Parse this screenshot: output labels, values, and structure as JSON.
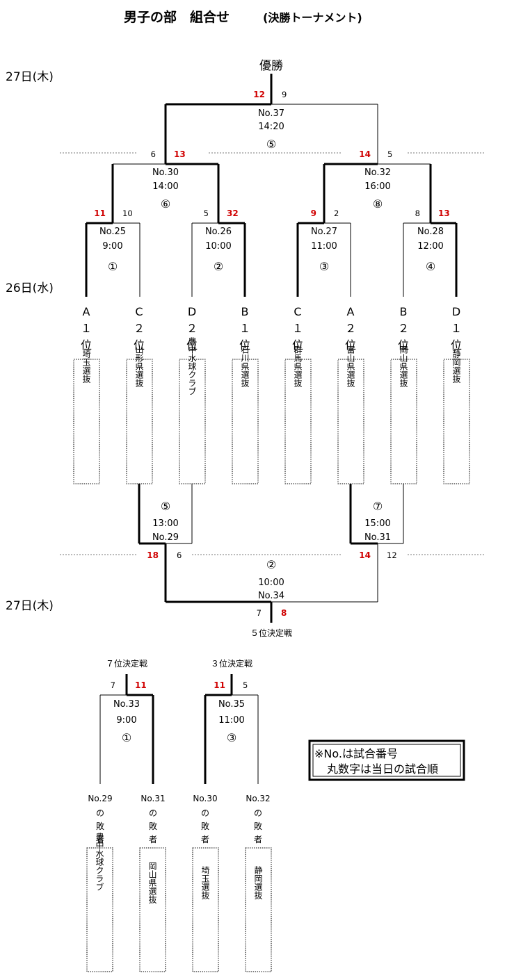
{
  "title": "男子の部　組合せ",
  "subtitle": "(決勝トーナメント)",
  "days": {
    "day27": "27日(木)",
    "day26": "26日(水)"
  },
  "champion_label": "優勝",
  "fifth_place_label": "５位決定戦",
  "seventh_place_label": "７位決定戦",
  "third_place_label": "３位決定戦",
  "seeds": [
    [
      "A",
      "１",
      "位"
    ],
    [
      "C",
      "２",
      "位"
    ],
    [
      "D",
      "２",
      "位"
    ],
    [
      "B",
      "１",
      "位"
    ],
    [
      "C",
      "１",
      "位"
    ],
    [
      "A",
      "２",
      "位"
    ],
    [
      "B",
      "２",
      "位"
    ],
    [
      "D",
      "１",
      "位"
    ]
  ],
  "teams": [
    "埼玉選抜",
    "山形県選抜",
    "豊中水球クラブ",
    "石川県選抜",
    "群馬県選抜",
    "富山県選抜",
    "岡山県選抜",
    "静岡選抜"
  ],
  "matches": {
    "m25": {
      "no": "No.25",
      "time": "9:00",
      "order": "①",
      "left": "11",
      "right": "10"
    },
    "m26": {
      "no": "No.26",
      "time": "10:00",
      "order": "②",
      "left": "5",
      "right": "32"
    },
    "m27": {
      "no": "No.27",
      "time": "11:00",
      "order": "③",
      "left": "9",
      "right": "2"
    },
    "m28": {
      "no": "No.28",
      "time": "12:00",
      "order": "④",
      "left": "8",
      "right": "13"
    },
    "m30": {
      "no": "No.30",
      "time": "14:00",
      "order": "⑥",
      "left": "6",
      "right": "13"
    },
    "m32": {
      "no": "No.32",
      "time": "16:00",
      "order": "⑧",
      "left": "14",
      "right": "5"
    },
    "m37": {
      "no": "No.37",
      "time": "14:20",
      "order": "⑤",
      "left": "12",
      "right": "9"
    },
    "m29": {
      "no": "No.29",
      "time": "13:00",
      "order": "⑤"
    },
    "m31": {
      "no": "No.31",
      "time": "15:00",
      "order": "⑦"
    },
    "m34": {
      "no": "No.34",
      "time": "10:00",
      "order": "②",
      "left": "18",
      "right": "6",
      "left2": "14",
      "right2": "12",
      "bottom_left": "7",
      "bottom_right": "8"
    },
    "m33": {
      "no": "No.33",
      "time": "9:00",
      "order": "①",
      "left": "7",
      "right": "11"
    },
    "m35": {
      "no": "No.35",
      "time": "11:00",
      "order": "③",
      "left": "11",
      "right": "5"
    }
  },
  "losers": [
    {
      "no": "No.29",
      "label": [
        "の",
        "敗",
        "者"
      ],
      "team": "豊中水球クラブ"
    },
    {
      "no": "No.31",
      "label": [
        "の",
        "敗",
        "者"
      ],
      "team": "岡山県選抜"
    },
    {
      "no": "No.30",
      "label": [
        "の",
        "敗",
        "者"
      ],
      "team": "埼玉選抜"
    },
    {
      "no": "No.32",
      "label": [
        "の",
        "敗",
        "者"
      ],
      "team": "静岡選抜"
    }
  ],
  "note": {
    "line1": "※No.は試合番号",
    "line2": "丸数字は当日の試合順"
  }
}
